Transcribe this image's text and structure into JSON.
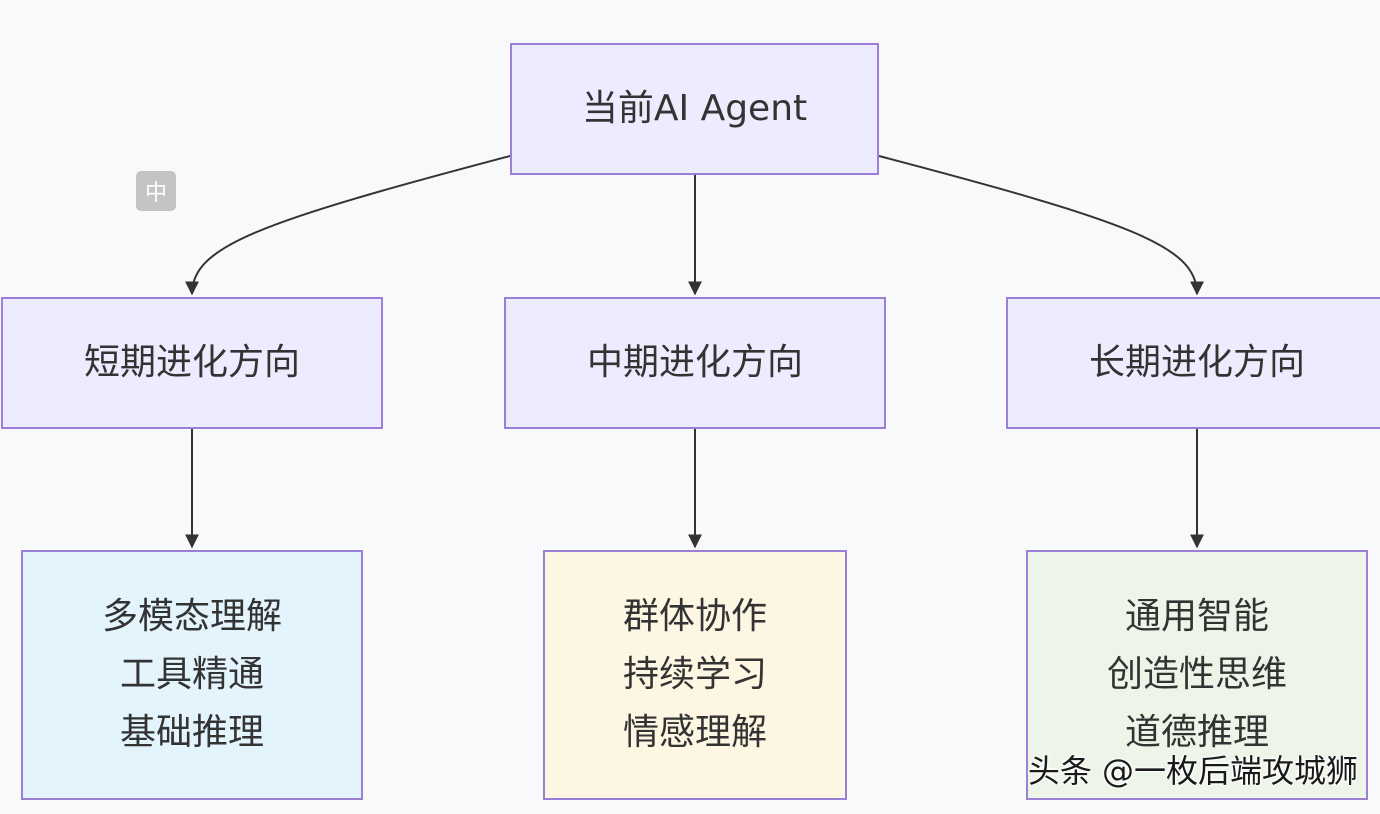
{
  "diagram": {
    "root": {
      "label": "当前AI Agent"
    },
    "phases": [
      {
        "label": "短期进化方向",
        "items": [
          "多模态理解",
          "工具精通",
          "基础推理"
        ],
        "fill": "#e3f4fd"
      },
      {
        "label": "中期进化方向",
        "items": [
          "群体协作",
          "持续学习",
          "情感理解"
        ],
        "fill": "#fdf6e3"
      },
      {
        "label": "长期进化方向",
        "items": [
          "通用智能",
          "创造性思维",
          "道德推理"
        ],
        "fill": "#ecf5e8"
      }
    ]
  },
  "badge": {
    "label": "中"
  },
  "watermark": {
    "text": "头条 @一枚后端攻城狮"
  },
  "colors": {
    "node_fill": "#ececfe",
    "node_border": "#9b7fd4",
    "edge": "#333333",
    "background": "#f8f9fb"
  }
}
